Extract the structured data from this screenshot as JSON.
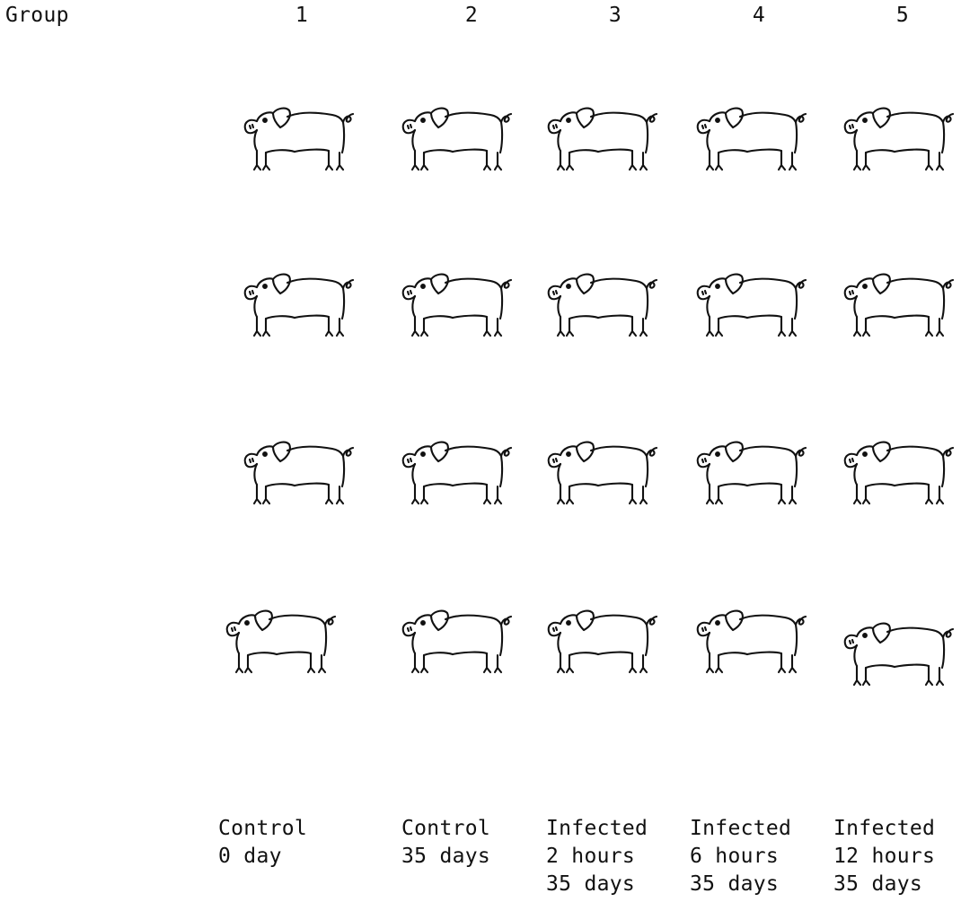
{
  "header": {
    "group_label": "Group"
  },
  "groups": [
    {
      "number": "1",
      "caption": [
        "Control",
        "0 day"
      ],
      "pigs": 4
    },
    {
      "number": "2",
      "caption": [
        "Control",
        "35 days"
      ],
      "pigs": 4
    },
    {
      "number": "3",
      "caption": [
        "Infected",
        "2 hours",
        "35 days"
      ],
      "pigs": 4
    },
    {
      "number": "4",
      "caption": [
        "Infected",
        "6 hours",
        "35 days"
      ],
      "pigs": 4
    },
    {
      "number": "5",
      "caption": [
        "Infected",
        "12 hours",
        "35 days"
      ],
      "pigs": 4
    }
  ],
  "icon": "pig-icon",
  "colors": {
    "ink": "#111111",
    "background": "#ffffff"
  }
}
